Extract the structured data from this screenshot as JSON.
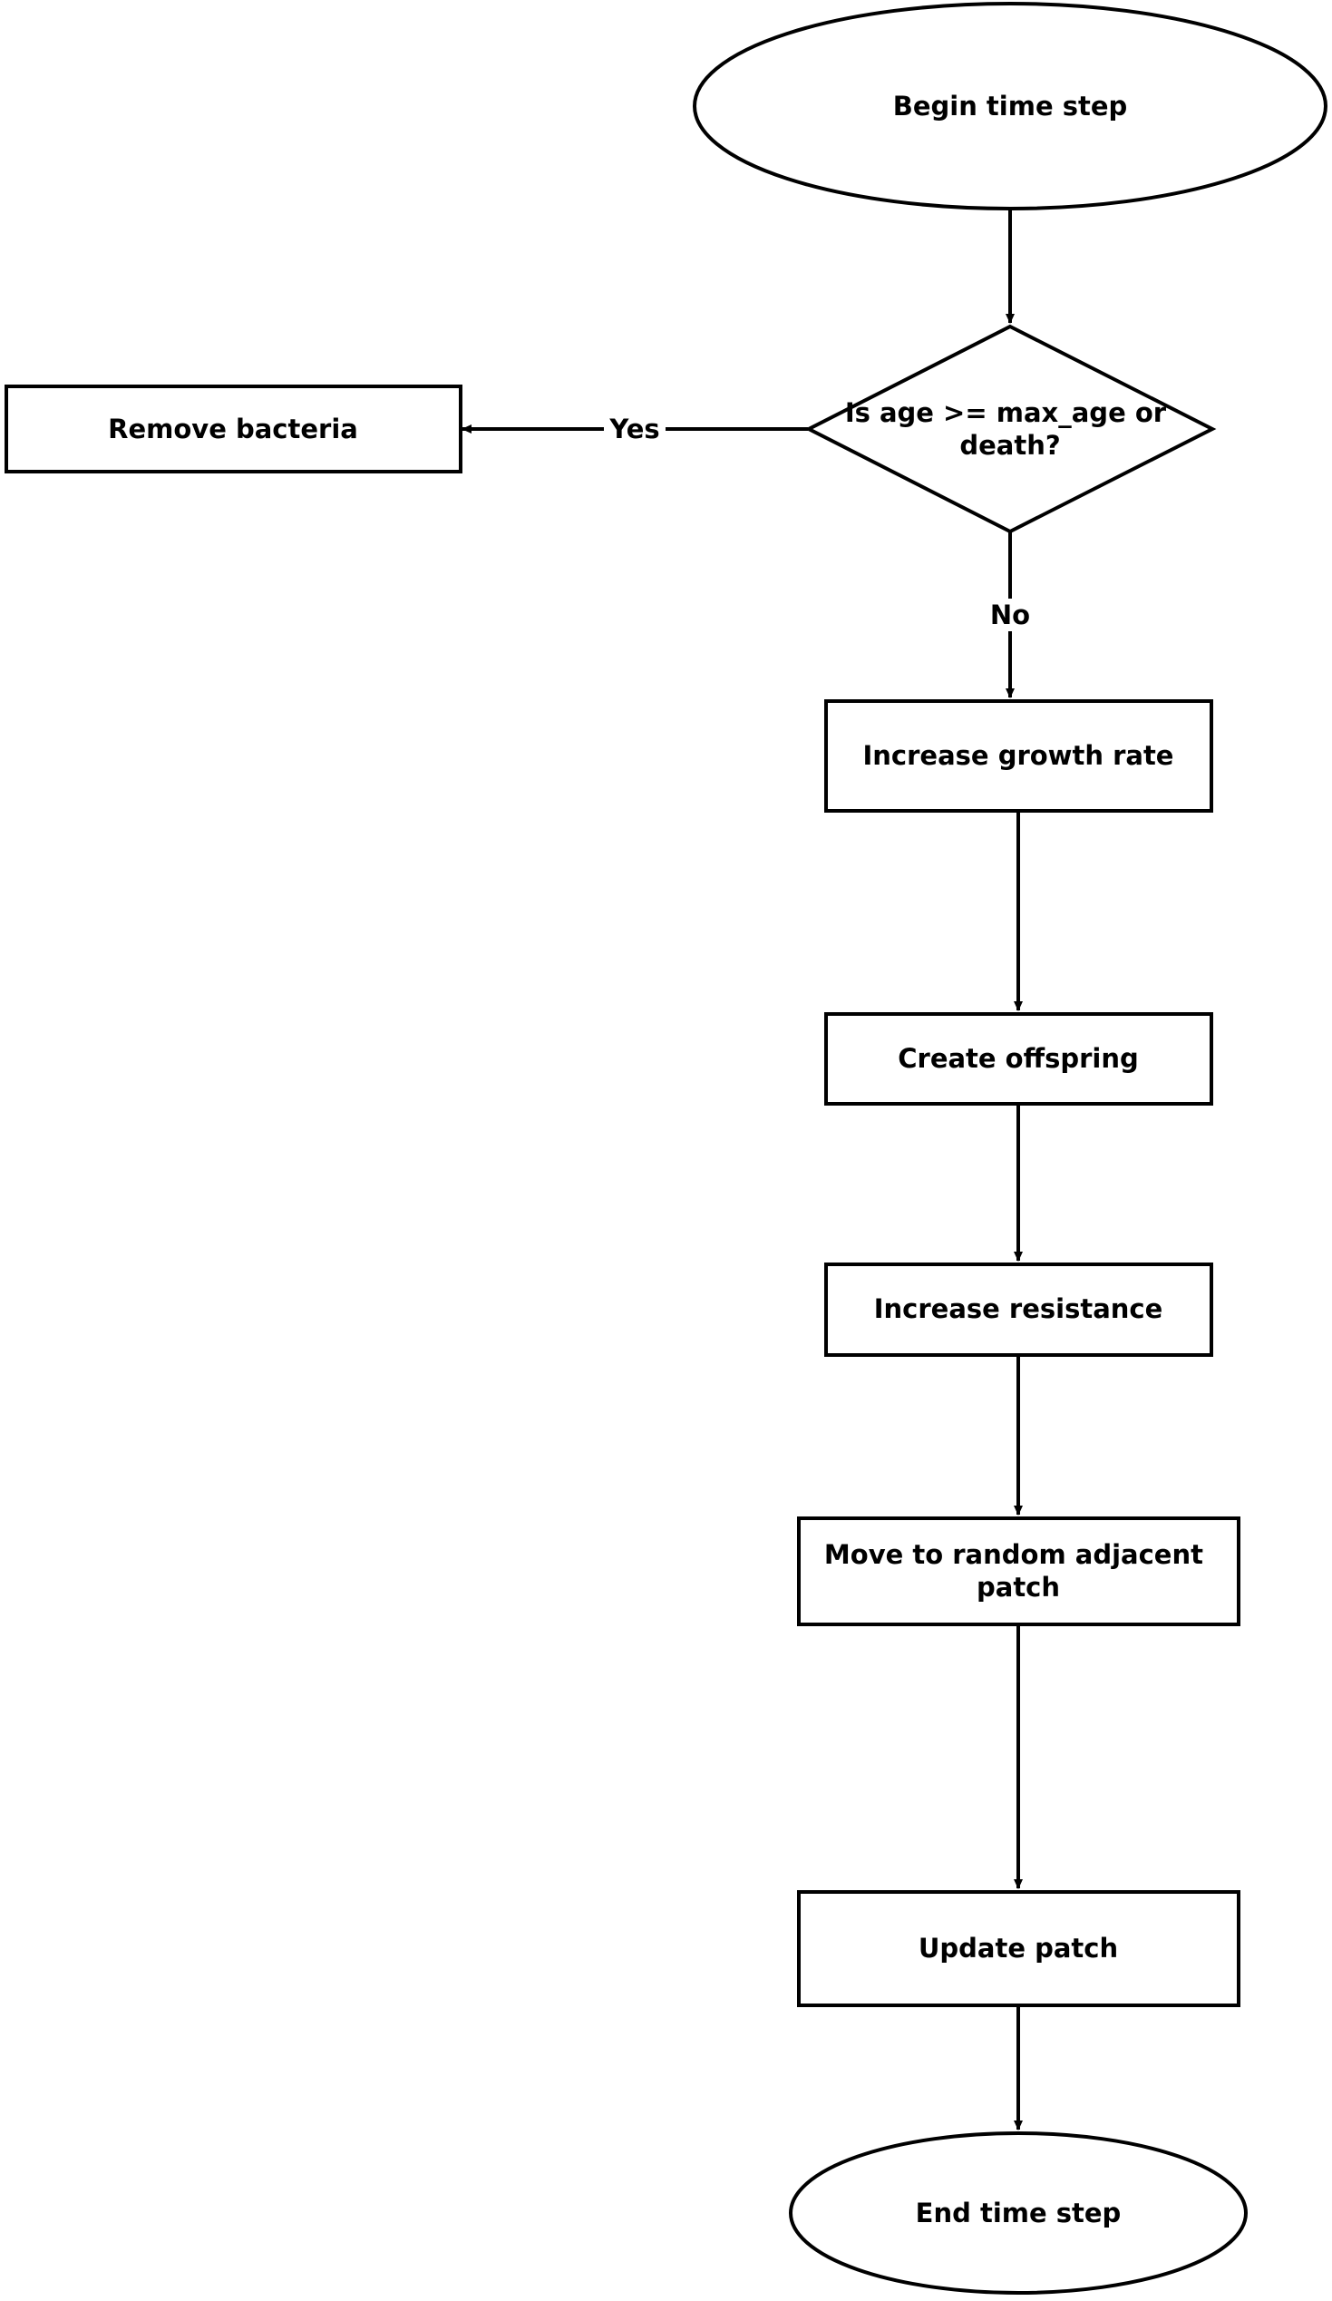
{
  "diagram": {
    "type": "flowchart",
    "nodes": {
      "begin": {
        "shape": "ellipse",
        "lines": [
          "Begin time step"
        ]
      },
      "decision": {
        "shape": "diamond",
        "lines": [
          "Is age >= max_age or",
          "death?"
        ]
      },
      "remove": {
        "shape": "rectangle",
        "lines": [
          "Remove bacteria"
        ]
      },
      "growth": {
        "shape": "rectangle",
        "lines": [
          "Increase growth rate"
        ]
      },
      "offspring": {
        "shape": "rectangle",
        "lines": [
          "Create offspring"
        ]
      },
      "resistance": {
        "shape": "rectangle",
        "lines": [
          "Increase resistance"
        ]
      },
      "move": {
        "shape": "rectangle",
        "lines": [
          "Move to random adjacent",
          "patch"
        ]
      },
      "update": {
        "shape": "rectangle",
        "lines": [
          "Update patch"
        ]
      },
      "end": {
        "shape": "ellipse",
        "lines": [
          "End time step"
        ]
      }
    },
    "edges": {
      "yes": {
        "from": "decision",
        "to": "remove",
        "label": "Yes"
      },
      "no": {
        "from": "decision",
        "to": "growth",
        "label": "No"
      },
      "begin_to_decision": {
        "from": "begin",
        "to": "decision",
        "label": ""
      },
      "growth_to_offspring": {
        "from": "growth",
        "to": "offspring",
        "label": ""
      },
      "offspring_to_resistance": {
        "from": "offspring",
        "to": "resistance",
        "label": ""
      },
      "resistance_to_move": {
        "from": "resistance",
        "to": "move",
        "label": ""
      },
      "move_to_update": {
        "from": "move",
        "to": "update",
        "label": ""
      },
      "update_to_end": {
        "from": "update",
        "to": "end",
        "label": ""
      }
    }
  },
  "colors": {
    "stroke": "#000000",
    "fill": "#ffffff",
    "text": "#000000"
  }
}
